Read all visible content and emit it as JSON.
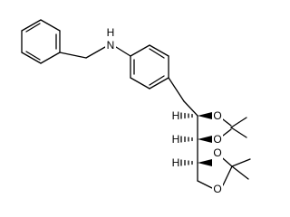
{
  "structure": {
    "atoms": {
      "nh": "N",
      "h_on_n": "H",
      "o1": "O",
      "o2": "O",
      "o3": "O",
      "o4": "O",
      "h1": "H",
      "h2": "H",
      "h3": "H"
    }
  },
  "colors": {
    "bond": "#000000",
    "background": "#ffffff"
  }
}
